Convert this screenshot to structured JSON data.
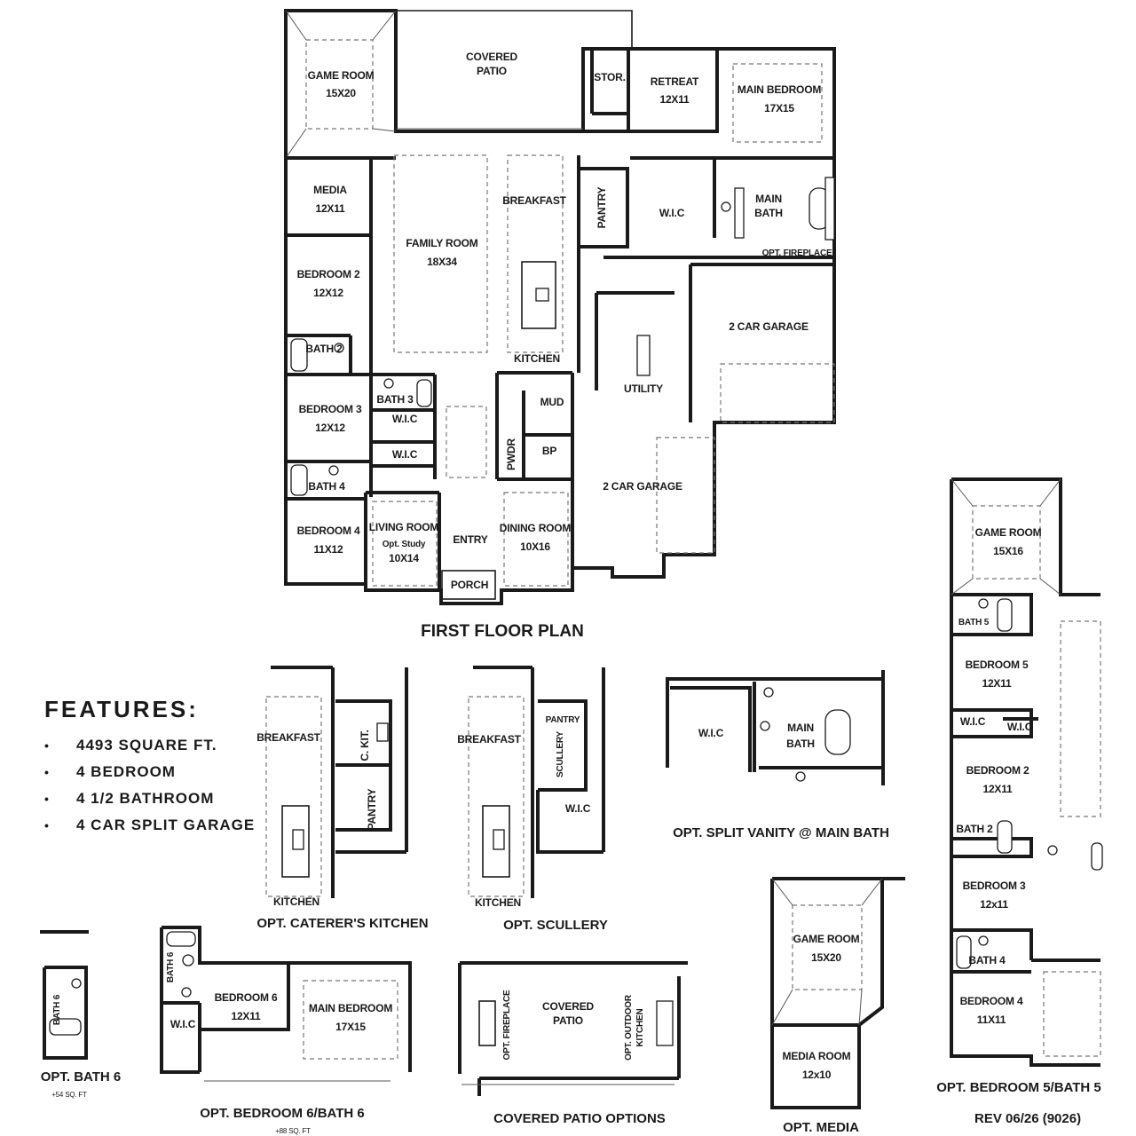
{
  "first_floor": {
    "title": "FIRST FLOOR PLAN",
    "rooms": {
      "game_room": {
        "name": "GAME ROOM",
        "size": "15X20"
      },
      "covered_patio": {
        "name": "COVERED",
        "name2": "PATIO"
      },
      "stor": {
        "name": "STOR."
      },
      "retreat": {
        "name": "RETREAT",
        "size": "12X11"
      },
      "main_bedroom": {
        "name": "MAIN BEDROOM",
        "size": "17X15"
      },
      "media": {
        "name": "MEDIA",
        "size": "12X11"
      },
      "family_room": {
        "name": "FAMILY ROOM",
        "size": "18X34"
      },
      "breakfast": {
        "name": "BREAKFAST"
      },
      "pantry": {
        "name": "PANTRY"
      },
      "wic": {
        "name": "W.I.C"
      },
      "main_bath": {
        "name": "MAIN",
        "name2": "BATH"
      },
      "opt_fireplace": {
        "name": "OPT. FIREPLACE"
      },
      "bedroom2": {
        "name": "BEDROOM 2",
        "size": "12X12"
      },
      "bath2": {
        "name": "BATH 2"
      },
      "kitchen": {
        "name": "KITCHEN"
      },
      "garage_a": {
        "name": "2 CAR GARAGE"
      },
      "utility": {
        "name": "UTILITY"
      },
      "bath3": {
        "name": "BATH 3"
      },
      "bedroom3": {
        "name": "BEDROOM 3",
        "size": "12X12"
      },
      "wic_a": {
        "name": "W.I.C"
      },
      "wic_b": {
        "name": "W.I.C"
      },
      "mud": {
        "name": "MUD"
      },
      "pwdr": {
        "name": "PWDR"
      },
      "bp": {
        "name": "BP"
      },
      "garage_b": {
        "name": "2 CAR GARAGE"
      },
      "bath4": {
        "name": "BATH 4"
      },
      "bedroom4": {
        "name": "BEDROOM 4",
        "size": "11X12"
      },
      "living_room": {
        "name": "LIVING ROOM",
        "sub": "Opt. Study",
        "size": "10X14"
      },
      "entry": {
        "name": "ENTRY"
      },
      "dining_room": {
        "name": "DINING ROOM",
        "size": "10X16"
      },
      "porch": {
        "name": "PORCH"
      }
    }
  },
  "features": {
    "heading": "FEATURES:",
    "items": [
      "4493 SQUARE FT.",
      "4 BEDROOM",
      "4 1/2 BATHROOM",
      "4 CAR SPLIT GARAGE"
    ]
  },
  "caterers_kitchen": {
    "title": "OPT. CATERER'S KITCHEN",
    "breakfast": "BREAKFAST",
    "c_kit": "C. KIT.",
    "pantry": "PANTRY",
    "kitchen": "KITCHEN"
  },
  "scullery": {
    "title": "OPT. SCULLERY",
    "breakfast": "BREAKFAST",
    "pantry": "PANTRY",
    "scullery": "SCULLERY",
    "wic": "W.I.C",
    "kitchen": "KITCHEN"
  },
  "split_vanity": {
    "title": "OPT. SPLIT VANITY @ MAIN BATH",
    "wic": "W.I.C",
    "main": "MAIN",
    "bath": "BATH"
  },
  "bath6": {
    "title": "OPT. BATH 6",
    "sqft": "+54 SQ. FT",
    "label": "BATH 6"
  },
  "bedroom6": {
    "title": "OPT. BEDROOM 6/BATH 6",
    "sqft": "+88 SQ. FT",
    "bath6": "BATH 6",
    "wic": "W.I.C",
    "bedroom6": "BEDROOM 6",
    "bedroom6_size": "12X11",
    "main_bedroom": "MAIN BEDROOM",
    "main_bedroom_size": "17X15"
  },
  "patio_options": {
    "title": "COVERED PATIO OPTIONS",
    "fireplace": "OPT. FIREPLACE",
    "covered": "COVERED",
    "patio": "PATIO",
    "outdoor": "OPT. OUTDOOR",
    "kitchen": "KITCHEN"
  },
  "opt_media": {
    "title": "OPT. MEDIA",
    "game_room": "GAME ROOM",
    "game_room_size": "15X20",
    "media_room": "MEDIA ROOM",
    "media_room_size": "12x10"
  },
  "bedroom5": {
    "title": "OPT. BEDROOM 5/BATH 5",
    "game_room": "GAME ROOM",
    "game_room_size": "15X16",
    "bath5": "BATH 5",
    "bedroom5": "BEDROOM 5",
    "bedroom5_size": "12X11",
    "wic1": "W.I.C",
    "wic2": "W.I.C",
    "bedroom2": "BEDROOM 2",
    "bedroom2_size": "12X11",
    "bath2": "BATH 2",
    "bedroom3": "BEDROOM 3",
    "bedroom3_size": "12x11",
    "bath4": "BATH 4",
    "bedroom4": "BEDROOM 4",
    "bedroom4_size": "11X11"
  },
  "revision": "REV 06/26 (9026)"
}
